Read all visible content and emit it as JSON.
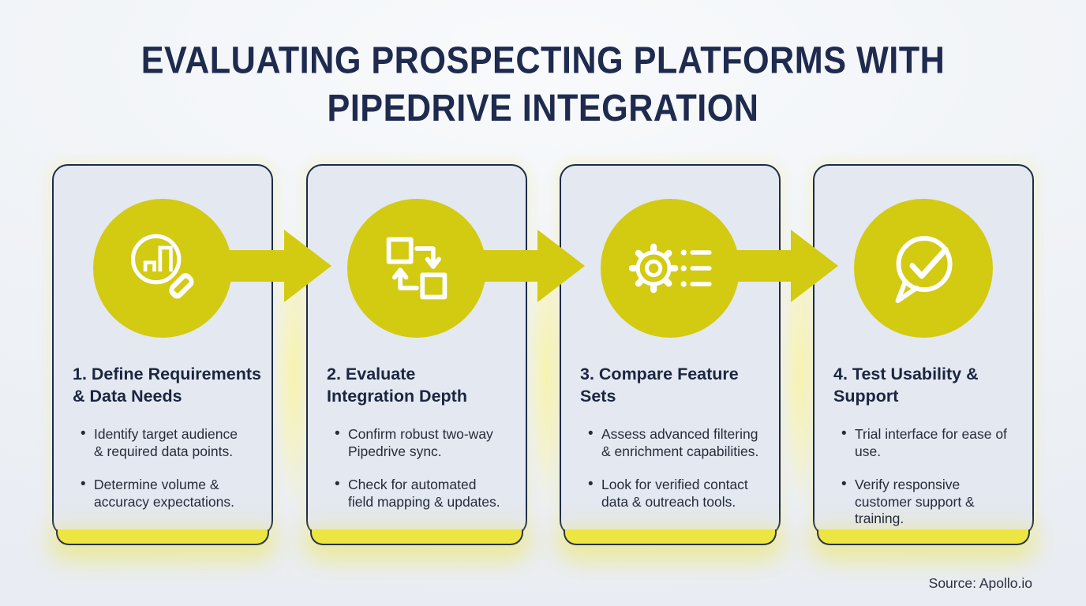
{
  "title": "EVALUATING PROSPECTING PLATFORMS WITH PIPEDRIVE INTEGRATION",
  "source": "Source: Apollo.io",
  "colors": {
    "accent_yellow": "#d3ca12",
    "band_yellow": "#ece542",
    "card_background": "#e4e8f0",
    "card_border": "#1d2b48",
    "title_navy": "#1e2b4e",
    "body_text": "#262c39",
    "page_background": "#eff2f6"
  },
  "steps": [
    {
      "icon": "magnifier-bar-chart-icon",
      "heading_lines": [
        "1. Define Requirements",
        "& Data Needs"
      ],
      "bullets": [
        [
          "Identify target audience",
          "& required data points."
        ],
        [
          "Determine volume &",
          "accuracy expectations."
        ]
      ]
    },
    {
      "icon": "sync-squares-icon",
      "heading_lines": [
        "2. Evaluate",
        "Integration Depth"
      ],
      "bullets": [
        [
          "Confirm robust two-way",
          "Pipedrive sync."
        ],
        [
          "Check for automated",
          "field mapping & updates."
        ]
      ]
    },
    {
      "icon": "gear-checklist-icon",
      "heading_lines": [
        "3. Compare Feature",
        "Sets"
      ],
      "bullets": [
        [
          "Assess advanced filtering",
          "& enrichment capabilities."
        ],
        [
          "Look for verified contact",
          "data & outreach tools."
        ]
      ]
    },
    {
      "icon": "chat-checkmark-icon",
      "heading_lines": [
        "4. Test Usability &",
        "Support"
      ],
      "bullets": [
        [
          "Trial interface for ease of",
          "use."
        ],
        [
          "Verify responsive",
          "customer support &",
          "training."
        ]
      ]
    }
  ]
}
